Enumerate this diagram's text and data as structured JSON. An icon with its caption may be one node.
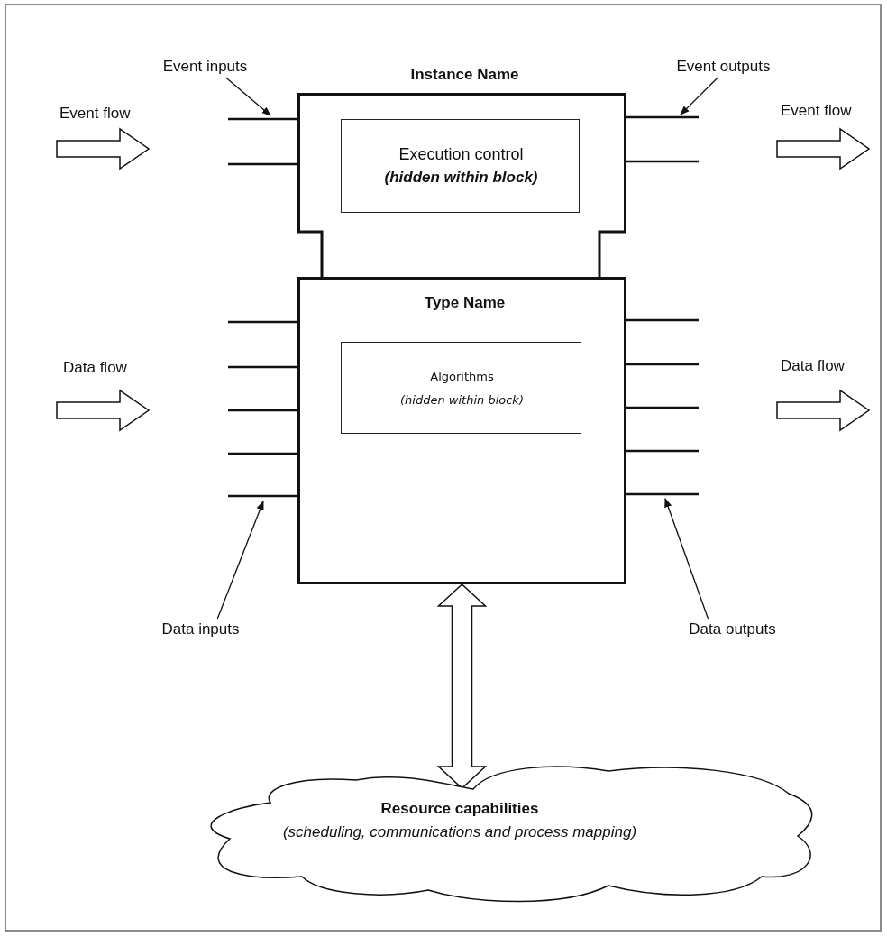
{
  "diagram": {
    "nodes": [
      {
        "text": [
          "Instance Name"
        ]
      },
      {
        "text": [
          "Execution control",
          "(hidden within block)"
        ],
        "in": 0
      },
      {
        "text": [
          "Type Name"
        ]
      },
      {
        "text": [
          "Algorithms",
          "(hidden within block)"
        ],
        "in": 2
      },
      {
        "text": [
          "Resource capabilities",
          "(scheduling, communications and process mapping)"
        ]
      },
      {
        "text": [
          "Event inputs"
        ]
      },
      {
        "text": [
          "Event outputs"
        ]
      },
      {
        "text": [
          "Data inputs"
        ]
      },
      {
        "text": [
          "Data outputs"
        ]
      }
    ],
    "edges": [
      {
        "from": 2,
        "to": 4,
        "arrow": "both",
        "style": "thick"
      },
      {
        "from": 5,
        "to": null,
        "arrow": "to"
      },
      {
        "from": 6,
        "to": null,
        "arrow": "to"
      },
      {
        "from": 7,
        "to": null,
        "arrow": "to"
      },
      {
        "from": 8,
        "to": null,
        "arrow": "to"
      }
    ],
    "labels": [
      "Event flow",
      "Event flow",
      "Data flow",
      "Data flow"
    ]
  }
}
